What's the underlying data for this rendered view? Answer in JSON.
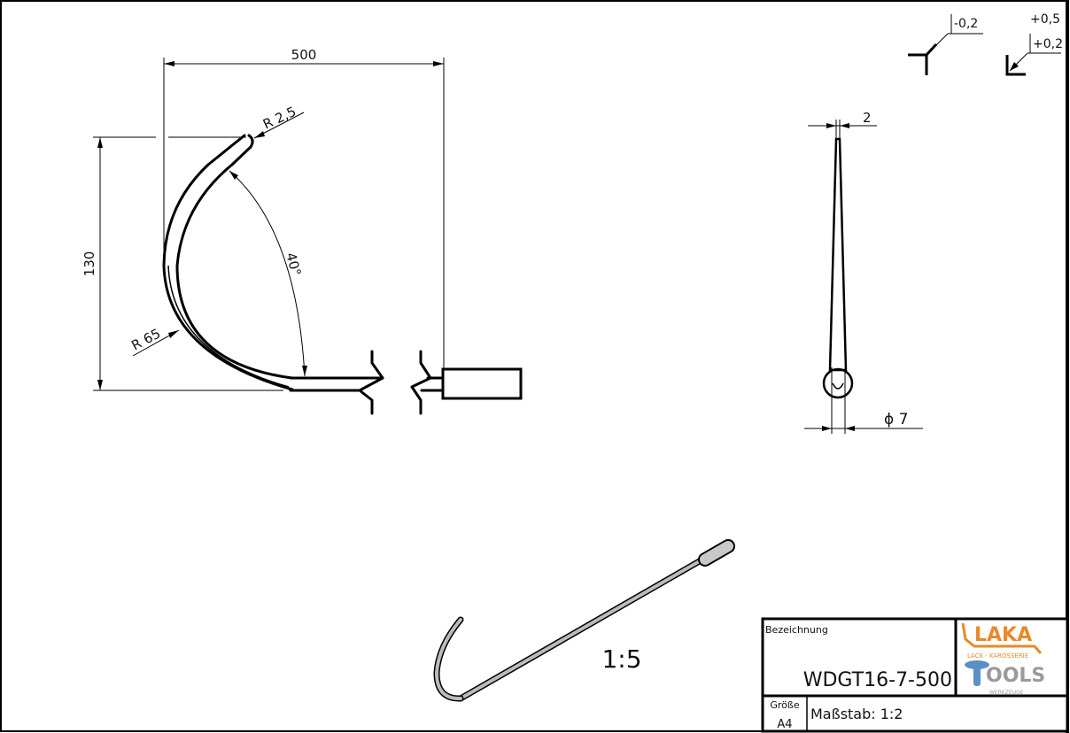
{
  "drawing": {
    "dimensions": {
      "length": "500",
      "height": "130",
      "tip_radius": "R 2,5",
      "bend_radius": "R 65",
      "angle": "40°",
      "tip_width": "2",
      "diameter": "ϕ 7"
    },
    "tolerances": {
      "edge_tolerance": "-0,2",
      "corner_upper": "+0,5",
      "corner_lower": "+0,2"
    },
    "isometric_scale": "1:5"
  },
  "title_block": {
    "designation_label": "Bezeichnung",
    "designation_value": "WDGT16-7-500",
    "size_label": "Größe",
    "size_value": "A4",
    "scale_label": "Maßstab: 1:2",
    "logo": {
      "brand_top": "LAKA",
      "brand_top_sub": "LACK · KAROSSERIE",
      "brand_bottom": "OOLS",
      "brand_bottom_sub": "WERKZEUGE",
      "orange": "#e8892b",
      "blue": "#5b8fc7",
      "gray": "#9a9a9a"
    }
  }
}
